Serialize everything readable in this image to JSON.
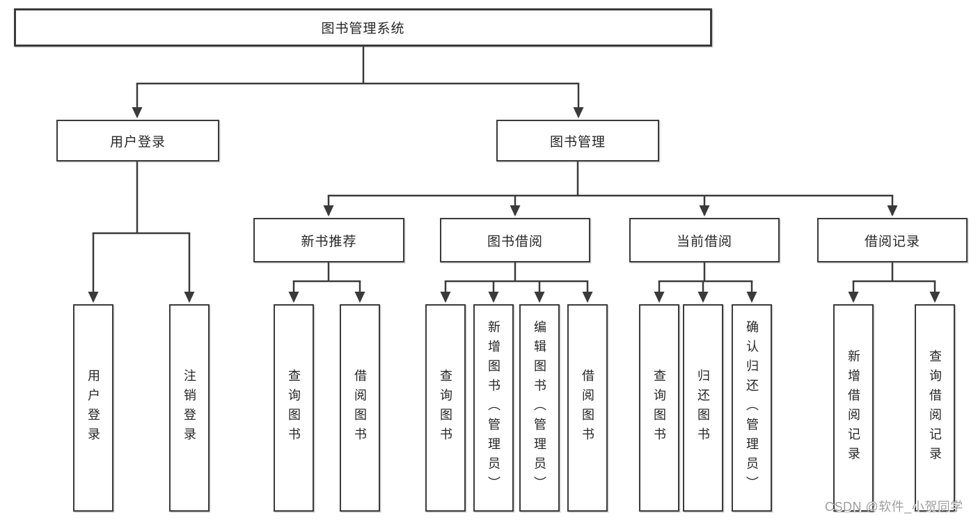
{
  "diagram": {
    "root": {
      "label": "图书管理系统"
    },
    "level2": [
      {
        "label": "用户登录"
      },
      {
        "label": "图书管理"
      }
    ],
    "level3": [
      {
        "label": "新书推荐",
        "parent": "图书管理"
      },
      {
        "label": "图书借阅",
        "parent": "图书管理"
      },
      {
        "label": "当前借阅",
        "parent": "图书管理"
      },
      {
        "label": "借阅记录",
        "parent": "图书管理"
      }
    ],
    "leaves": [
      {
        "label": "用户登录",
        "parent": "用户登录"
      },
      {
        "label": "注销登录",
        "parent": "用户登录"
      },
      {
        "label": "查询图书",
        "parent": "新书推荐"
      },
      {
        "label": "借阅图书",
        "parent": "新书推荐"
      },
      {
        "label": "查询图书",
        "parent": "图书借阅"
      },
      {
        "label": "新增图书（管理员）",
        "parent": "图书借阅"
      },
      {
        "label": "编辑图书（管理员）",
        "parent": "图书借阅"
      },
      {
        "label": "借阅图书",
        "parent": "图书借阅"
      },
      {
        "label": "查询图书",
        "parent": "当前借阅"
      },
      {
        "label": "归还图书",
        "parent": "当前借阅"
      },
      {
        "label": "确认归还（管理员）",
        "parent": "当前借阅"
      },
      {
        "label": "新增借阅记录",
        "parent": "借阅记录"
      },
      {
        "label": "查询借阅记录",
        "parent": "借阅记录"
      }
    ]
  },
  "watermark": {
    "text": "CSDN @软件_小贺同学"
  },
  "colors": {
    "line": "#3a3a3a",
    "box_border": "#3a3a3a",
    "text": "#262626",
    "watermark": "#9e9e9e",
    "background": "#ffffff"
  }
}
